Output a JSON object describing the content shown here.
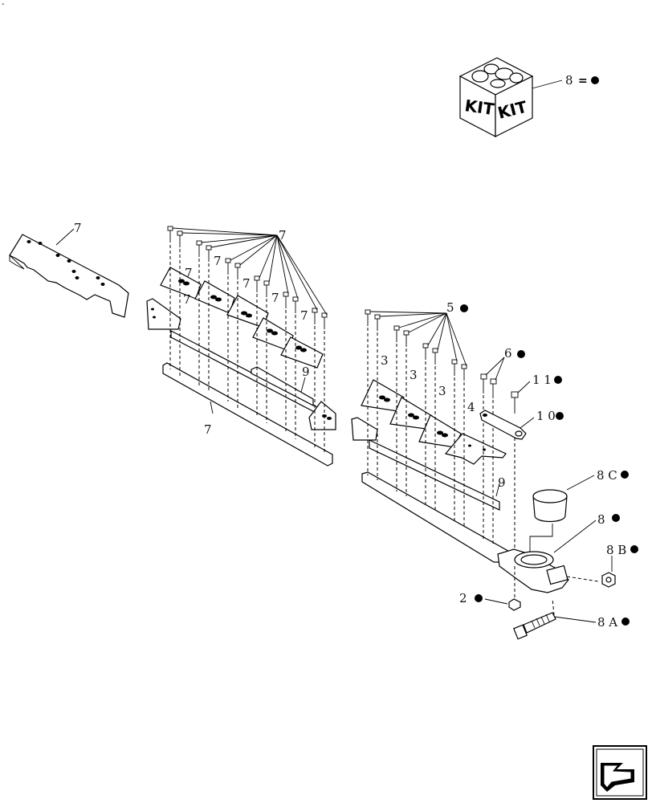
{
  "kit_box": {
    "face_left_label": "KIT",
    "face_right_label": "KIT"
  },
  "legend": {
    "number": "8",
    "equals": "=",
    "bullet_icon": "filled-circle-icon"
  },
  "corner_mark": "-",
  "callouts": {
    "c7_a": "7",
    "c7_top": "7",
    "c7_1": "7",
    "c7_2": "7",
    "c7_3": "7",
    "c7_4": "7",
    "c7_5": "7",
    "c7_6": "7",
    "c7_bar": "7",
    "c9_left": "9",
    "c5": "5",
    "c6": "6",
    "c11": "1 1",
    "c10": "1 0",
    "c3_1": "3",
    "c3_2": "3",
    "c3_3": "3",
    "c4": "4",
    "c9_right": "9",
    "c8c": "8 C",
    "c8": "8",
    "c8b": "8 B",
    "c2": "2",
    "c8a": "8 A"
  },
  "nav_icon": "next-page-arrow-icon"
}
